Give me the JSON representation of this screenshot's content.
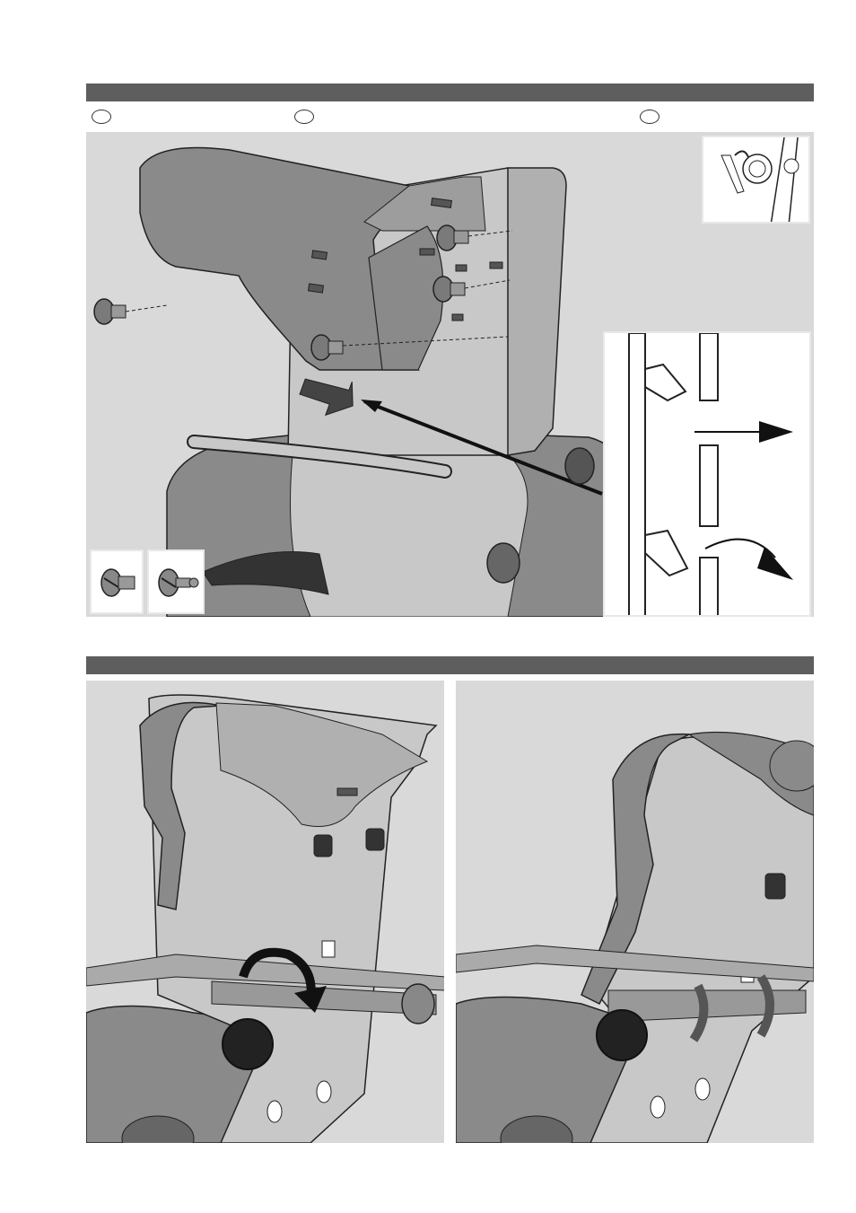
{
  "page": {
    "section_bars": [
      "section-bar-1",
      "section-bar-2"
    ],
    "language_markers": [
      "",
      "",
      ""
    ]
  },
  "colors": {
    "panel_bg": "#d9d9d9",
    "bar": "#5e5e5e",
    "shell_dark": "#8a8a8a",
    "shell_mid": "#b0b0b0",
    "shell_light": "#c8c8c8",
    "line": "#222222"
  },
  "figures": [
    {
      "id": "figure-top",
      "depicts": "seat-backrest-disassembly",
      "icons": [
        "screw-icon",
        "arrow-icon",
        "tool-icon"
      ]
    },
    {
      "id": "figure-bottom-left",
      "depicts": "backrest-rotate-on-bar",
      "icons": [
        "rotate-arrow-icon"
      ]
    },
    {
      "id": "figure-bottom-right",
      "depicts": "backrest-mounted-on-bar",
      "icons": []
    }
  ]
}
